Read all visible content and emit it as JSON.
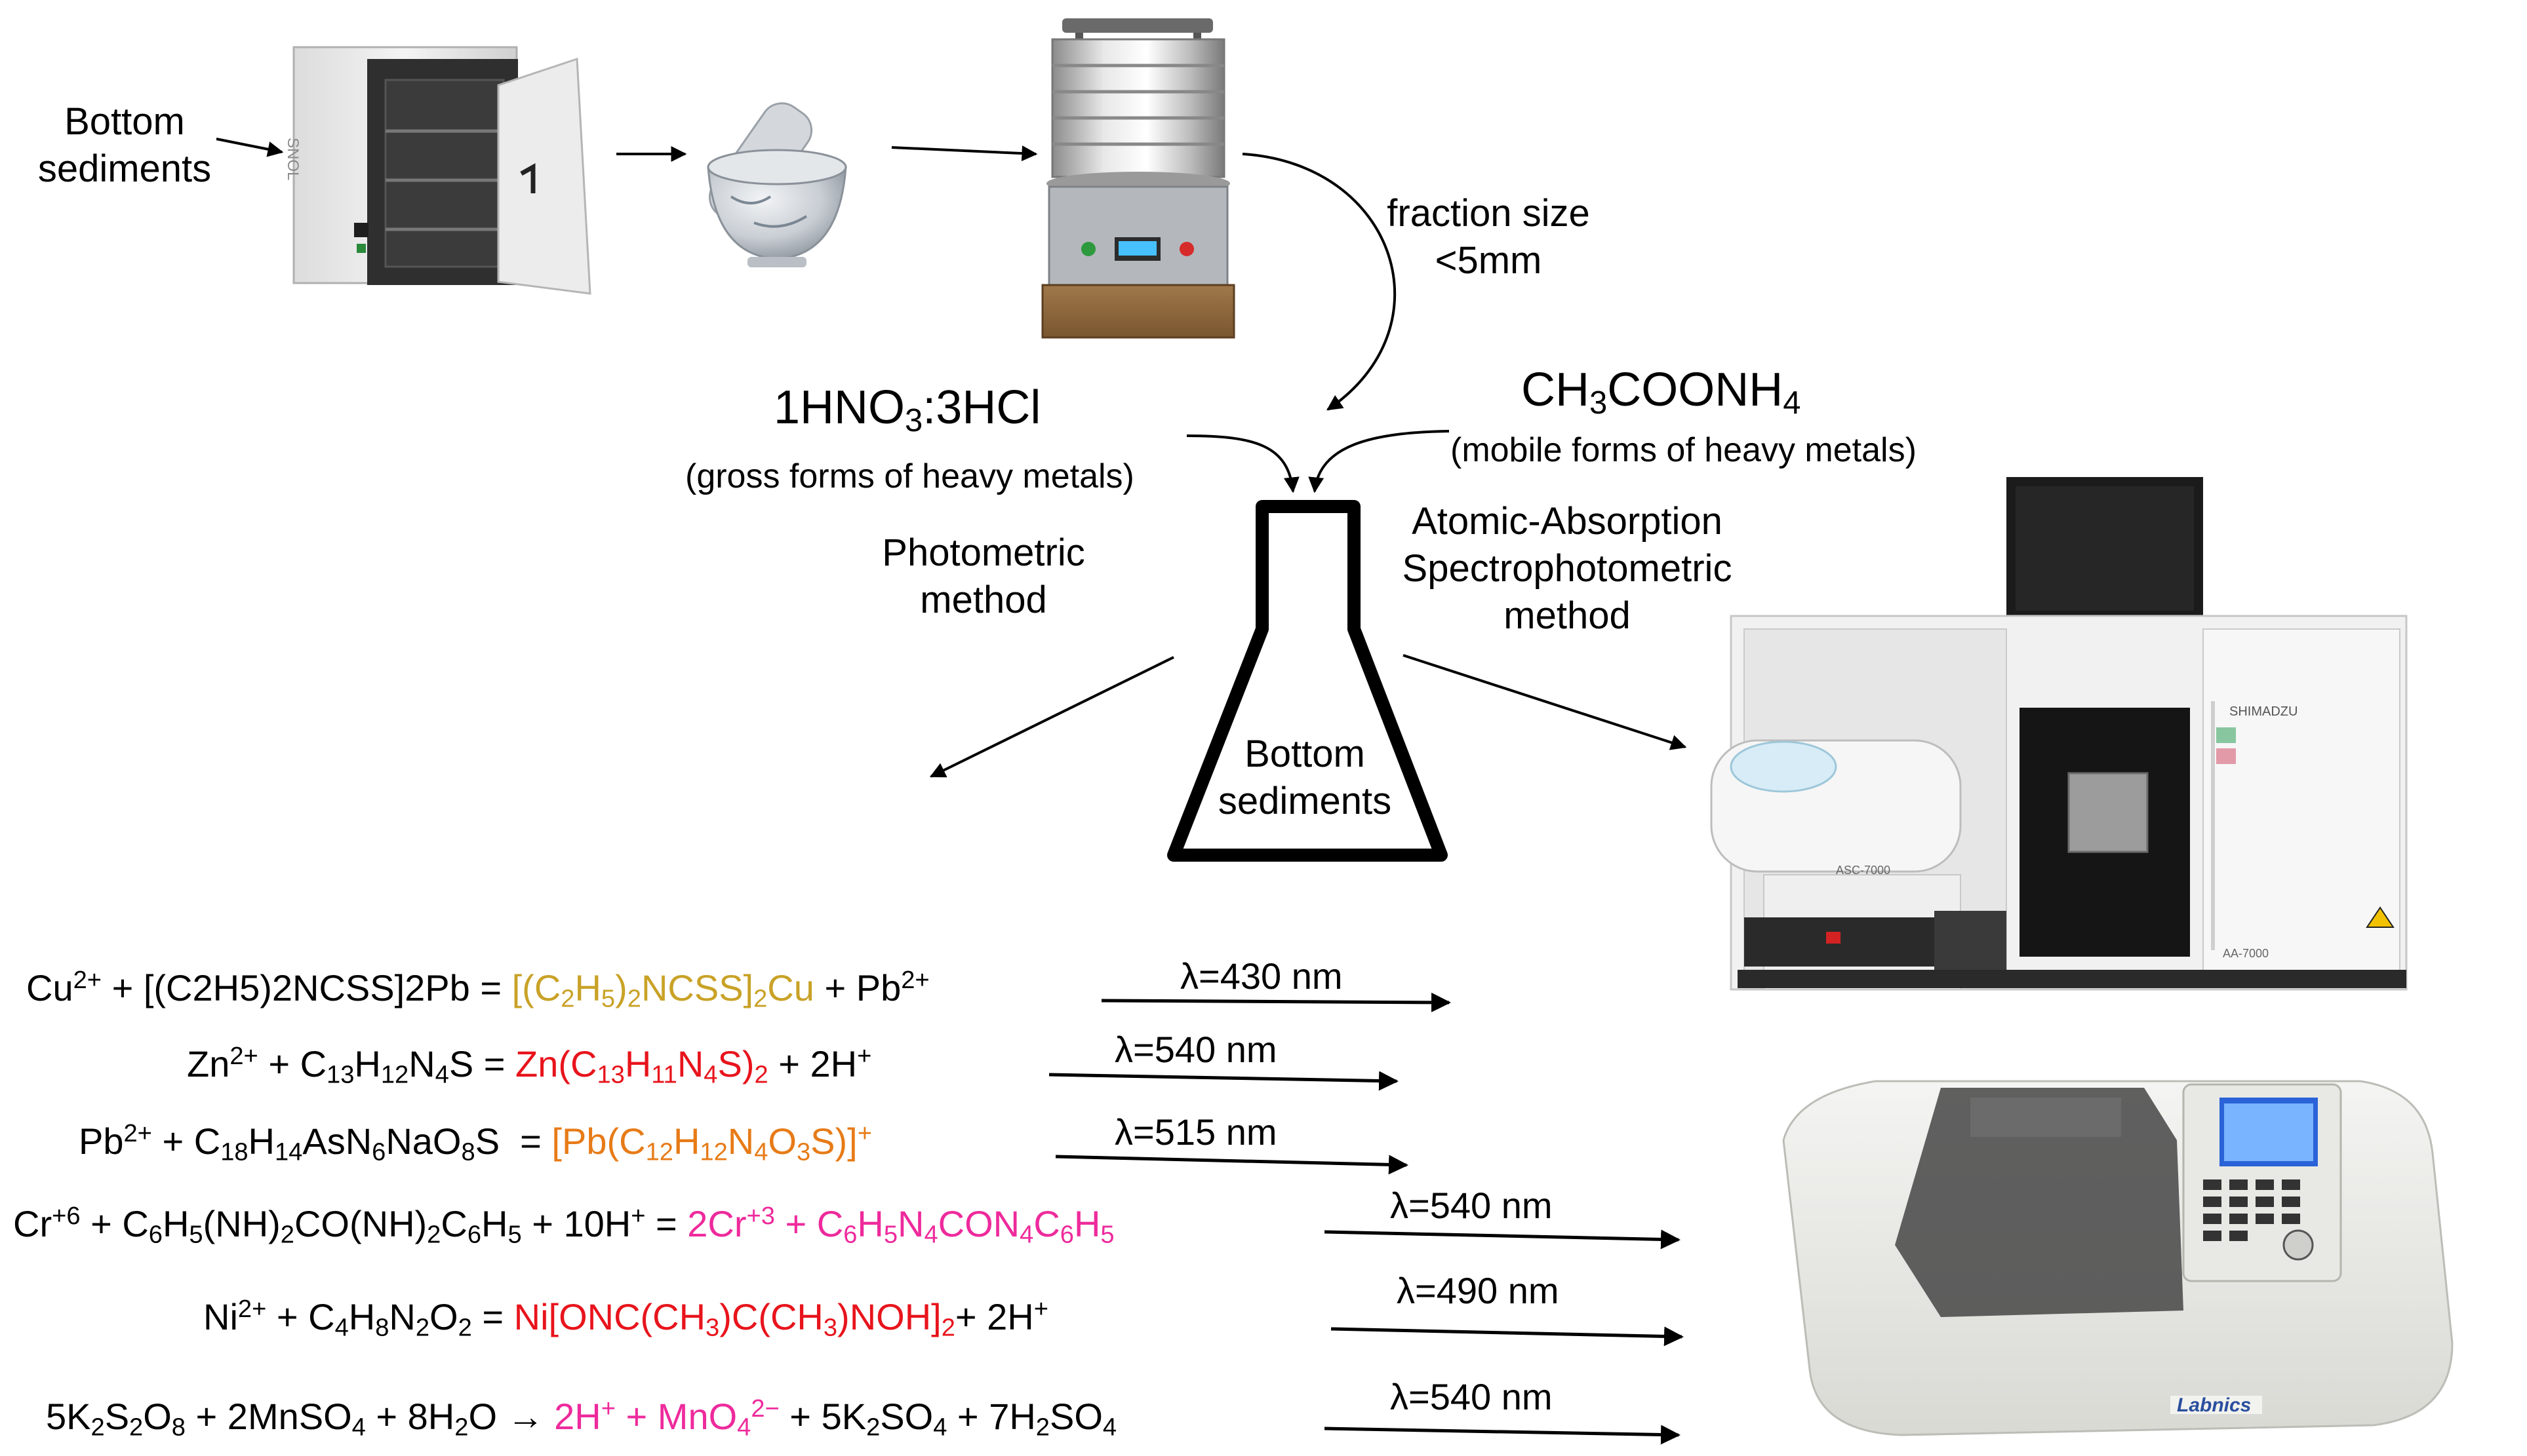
{
  "labels": {
    "bottom_sediments_input": [
      "Bottom",
      "sediments"
    ],
    "fraction_size": [
      "fraction size",
      "<5mm"
    ],
    "reagent_gross": {
      "formula": "1HNO3:3HCl",
      "note": "(gross forms of heavy metals)"
    },
    "reagent_mobile": {
      "formula": "CH3COONH4",
      "note": "(mobile forms of heavy metals)"
    },
    "photometric": [
      "Photometric",
      "method"
    ],
    "aas": [
      "Atomic-Absorption",
      "Spectrophotometric",
      "method"
    ],
    "flask": [
      "Bottom",
      "sediments"
    ]
  },
  "equipment": {
    "oven_brand": "SNOL",
    "aas_autosampler": "ASC-7000",
    "aas_model": "AA-7000",
    "aas_brand": "SHIMADZU",
    "spectro_brand": "Labnics"
  },
  "reactions": [
    {
      "equation": "Cu2+ + [(C2H5)2NCSS]2Pb = [(C2H5)2NCSS]2Cu + Pb2+",
      "wavelength": "λ=430 nm",
      "product_color": "#c9a227"
    },
    {
      "equation": "Zn2+ + C13H12N4S = Zn(C13H11N4S)2 + 2H+",
      "wavelength": "λ=540 nm",
      "product_color": "#e8141c"
    },
    {
      "equation": "Pb2+ + C18H14AsN6NaO8S = [Pb(C12H12N4O3S)]+",
      "wavelength": "λ=515 nm",
      "product_color": "#e77b17"
    },
    {
      "equation": "Cr+6 + C6H5(NH)2CO(NH)2C6H5 + 10H+ = 2Cr+3 + C6H5N4CON4C6H5",
      "wavelength": "λ=540 nm",
      "product_color": "#ee2a9c"
    },
    {
      "equation": "Ni2+ + C4H8N2O2 = Ni[ONC(CH3)C(CH3)NOH]2+ 2H+",
      "wavelength": "λ=490 nm",
      "product_color": "#e8141c"
    },
    {
      "equation": "5K2S2O8 + 2MnSO4 + 8H2O → 2H+ + MnO42− + 5K2SO4 + 7H2SO4",
      "wavelength": "λ=540 nm",
      "product_color": "#ee2a9c"
    }
  ]
}
